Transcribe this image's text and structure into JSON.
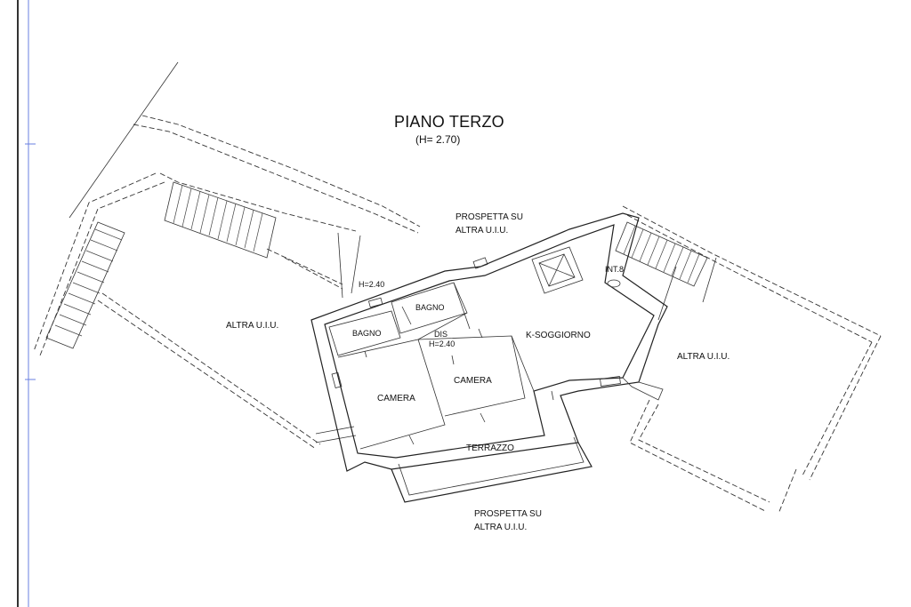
{
  "plan": {
    "title": "PIANO TERZO",
    "subtitle": "(H= 2.70)",
    "labels": {
      "prospetta_top_1": "PROSPETTA SU",
      "prospetta_top_2": "ALTRA U.I.U.",
      "prospetta_bottom_1": "PROSPETTA SU",
      "prospetta_bottom_2": "ALTRA U.I.U.",
      "altra_left": "ALTRA U.I.U.",
      "altra_right": "ALTRA U.I.U.",
      "int": "INT.8",
      "h240_a": "H=2.40",
      "h240_b": "H=2.40",
      "bagno_1": "BAGNO",
      "bagno_2": "BAGNO",
      "dis": "DIS",
      "k_soggiorno": "K-SOGGIORNO",
      "camera_1": "CAMERA",
      "camera_2": "CAMERA",
      "terrazzo": "TERRAZZO"
    }
  }
}
